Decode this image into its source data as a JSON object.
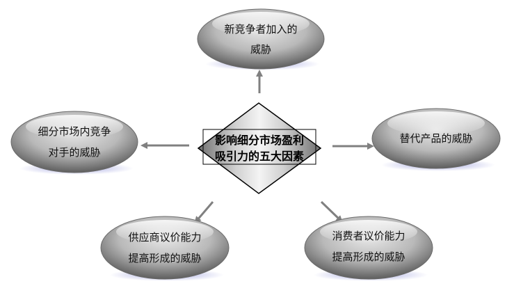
{
  "center": {
    "lines": [
      "影响细分市场盈利",
      "吸引力的五大因素"
    ]
  },
  "nodes": {
    "top": {
      "lines": [
        "新竞争者加入的",
        "威胁"
      ]
    },
    "left": {
      "lines": [
        "细分市场内竞争",
        "对手的威胁"
      ]
    },
    "right": {
      "lines": [
        "替代产品的威胁"
      ]
    },
    "bottom_left": {
      "lines": [
        "供应商议价能力",
        "提高形成的威胁"
      ]
    },
    "bottom_right": {
      "lines": [
        "消费者议价能力",
        "提高形成的威胁"
      ]
    }
  },
  "colors": {
    "ellipse_dark": "#5a5a5a",
    "ellipse_light": "#d8d8d8",
    "hexagon_dark": "#6f6f6f",
    "hexagon_light": "#f2f2f2",
    "arrow": "#808080",
    "shadow": "#7b7fd0"
  }
}
